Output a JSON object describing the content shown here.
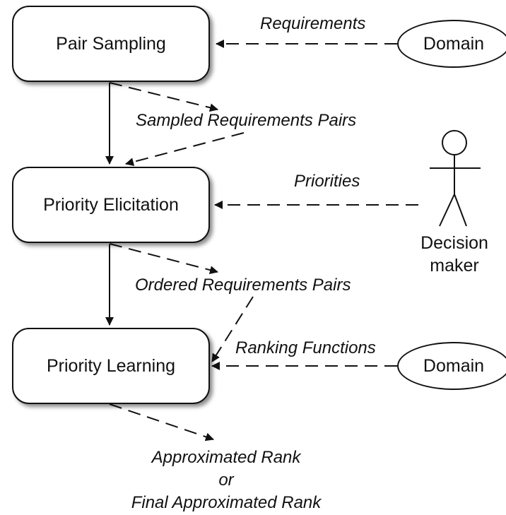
{
  "nodes": {
    "pair_sampling": "Pair Sampling",
    "priority_elicitation": "Priority Elicitation",
    "priority_learning": "Priority Learning",
    "domain_top": "Domain",
    "domain_bottom": "Domain",
    "actor_line1": "Decision",
    "actor_line2": "maker"
  },
  "edges": {
    "requirements": "Requirements",
    "sampled_pairs": "Sampled Requirements Pairs",
    "priorities": "Priorities",
    "ordered_pairs": "Ordered Requirements Pairs",
    "ranking_functions": "Ranking Functions",
    "output_line1": "Approximated Rank",
    "output_line2": "or",
    "output_line3": "Final Approximated Rank"
  }
}
